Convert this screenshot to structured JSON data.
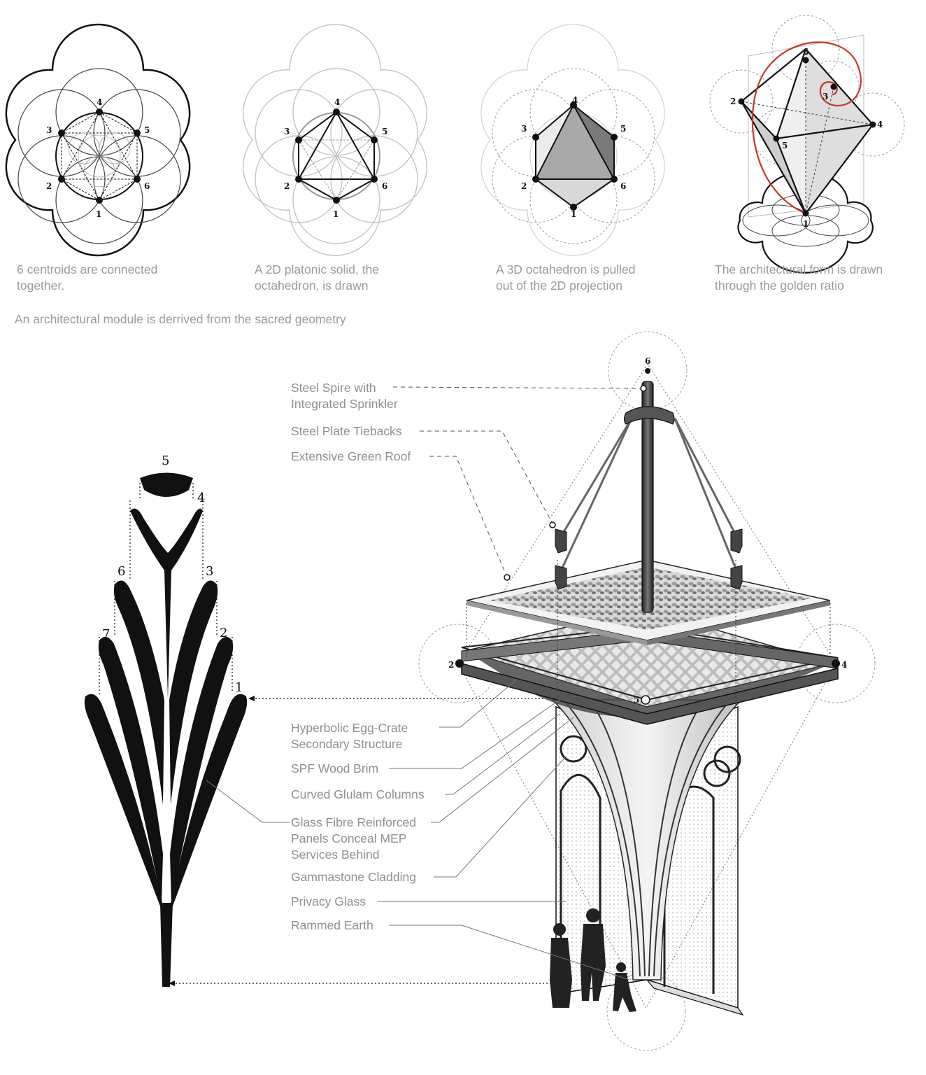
{
  "captions": [
    "6 centroids are connected\ntogether.",
    "A 2D platonic solid, the\noctahedron, is drawn",
    "A 3D octahedron is pulled\nout of the 2D projection",
    "The architectural form is drawn\nthrough the golden ratio"
  ],
  "subtitle": "An architectural module is derrived from the sacred geometry",
  "points": [
    "1",
    "2",
    "3",
    "4",
    "5",
    "6"
  ],
  "fan_numbers": [
    "5",
    "4",
    "6",
    "3",
    "7",
    "2",
    "1"
  ],
  "callouts": [
    "Steel Spire with\nIntegrated Sprinkler",
    "Steel Plate Tiebacks",
    "Extensive Green Roof",
    "Hyperbolic Egg-Crate\nSecondary Structure",
    "SPF Wood Brim",
    "Curved Glulam Columns",
    "Glass Fibre Reinforced\nPanels Conceal MEP\nServices Behind",
    "Gammastone Cladding",
    "Privacy Glass",
    "Rammed Earth"
  ],
  "colors": {
    "caption": "#9a9a9a",
    "spiral": "#c0392b",
    "ink": "#111111"
  }
}
